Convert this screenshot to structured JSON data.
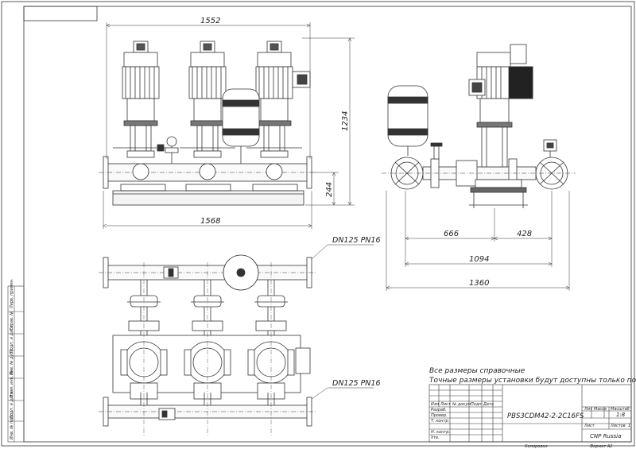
{
  "drawing": {
    "dimensions": {
      "top_width": "1552",
      "total_height": "1234",
      "base_height": "244",
      "overall_length": "1568",
      "side_left": "666",
      "side_right": "428",
      "side_mid": "1094",
      "side_total": "1360"
    },
    "labels": {
      "flange_top": "DN125 PN16",
      "flange_bottom": "DN125 PN16"
    },
    "notes": {
      "line1": "Все размеры справочные",
      "line2": "Точные размеры установки будут доступны только после сборки"
    }
  },
  "title_block": {
    "code": "PBS3CDM42-2-2C16FS",
    "company": "CNP Russia",
    "col_lit": "Лит",
    "col_mass": "Масса",
    "col_scale": "Масштаб",
    "scale_value": "1:8",
    "sheet_label": "Лист",
    "sheets_label": "Листов",
    "sheets_value": "1",
    "row_labels": [
      "Изм",
      "Лист",
      "№ докум.",
      "Подп.",
      "Дата"
    ],
    "roles": [
      "Разраб.",
      "Провер.",
      "Т. контр.",
      "Н. контр.",
      "Утв."
    ],
    "copied": "Копировал",
    "format": "Формат А2"
  },
  "side_strip": {
    "labels": [
      "Перв. примен.",
      "Справ. №",
      "Подп. и дата",
      "Инв. № дубл.",
      "Взам. инв. №",
      "Подп. и дата",
      "Инв. № подл."
    ]
  }
}
